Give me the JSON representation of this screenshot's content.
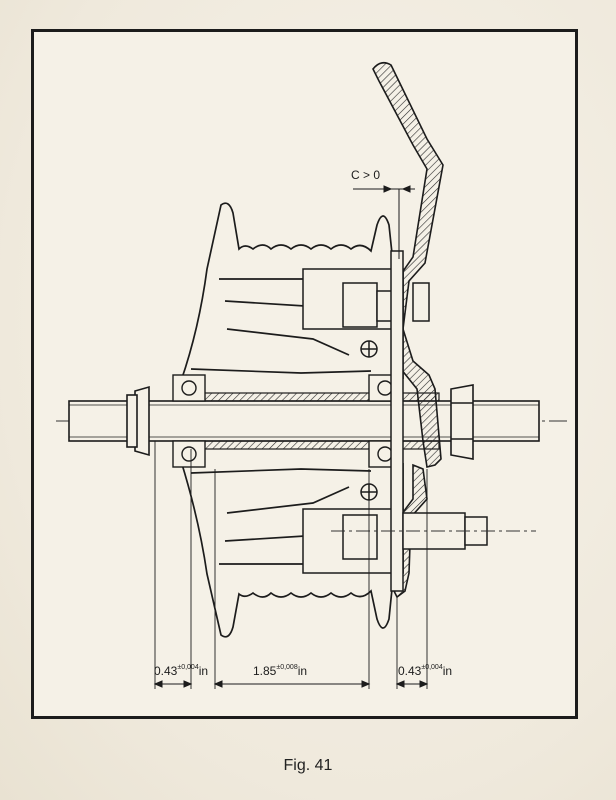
{
  "figure": {
    "caption": "Fig. 41",
    "clearance_label": "C > 0",
    "dimensions": [
      {
        "base": "0.43",
        "tolerance": "±0,004",
        "unit": "in"
      },
      {
        "base": "1.85",
        "tolerance": "±0,008",
        "unit": "in"
      },
      {
        "base": "0.43",
        "tolerance": "±0,004",
        "unit": "in"
      }
    ]
  }
}
